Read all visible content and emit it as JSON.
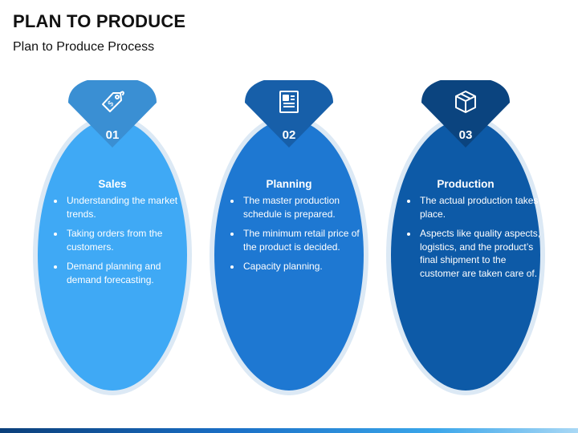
{
  "header": {
    "title": "PLAN TO PRODUCE",
    "subtitle": "Plan to Produce Process"
  },
  "cards": [
    {
      "number": "01",
      "heading": "Sales",
      "icon": "price-tag-icon",
      "color": "#3fa9f5",
      "cap_color": "#3a8fd3",
      "bullets": [
        "Understanding the market trends.",
        "Taking orders from the customers.",
        "Demand planning and demand forecasting."
      ]
    },
    {
      "number": "02",
      "heading": "Planning",
      "icon": "document-icon",
      "color": "#1e78d2",
      "cap_color": "#175fa9",
      "bullets": [
        "The master production schedule is prepared.",
        "The minimum retail price of the product is decided.",
        "Capacity planning."
      ]
    },
    {
      "number": "03",
      "heading": "Production",
      "icon": "box-icon",
      "color": "#0d5aa7",
      "cap_color": "#0b447f",
      "bullets": [
        "The actual production takes place.",
        "Aspects like quality aspects, logistics, and the product’s final shipment to the customer are taken care of."
      ]
    }
  ]
}
